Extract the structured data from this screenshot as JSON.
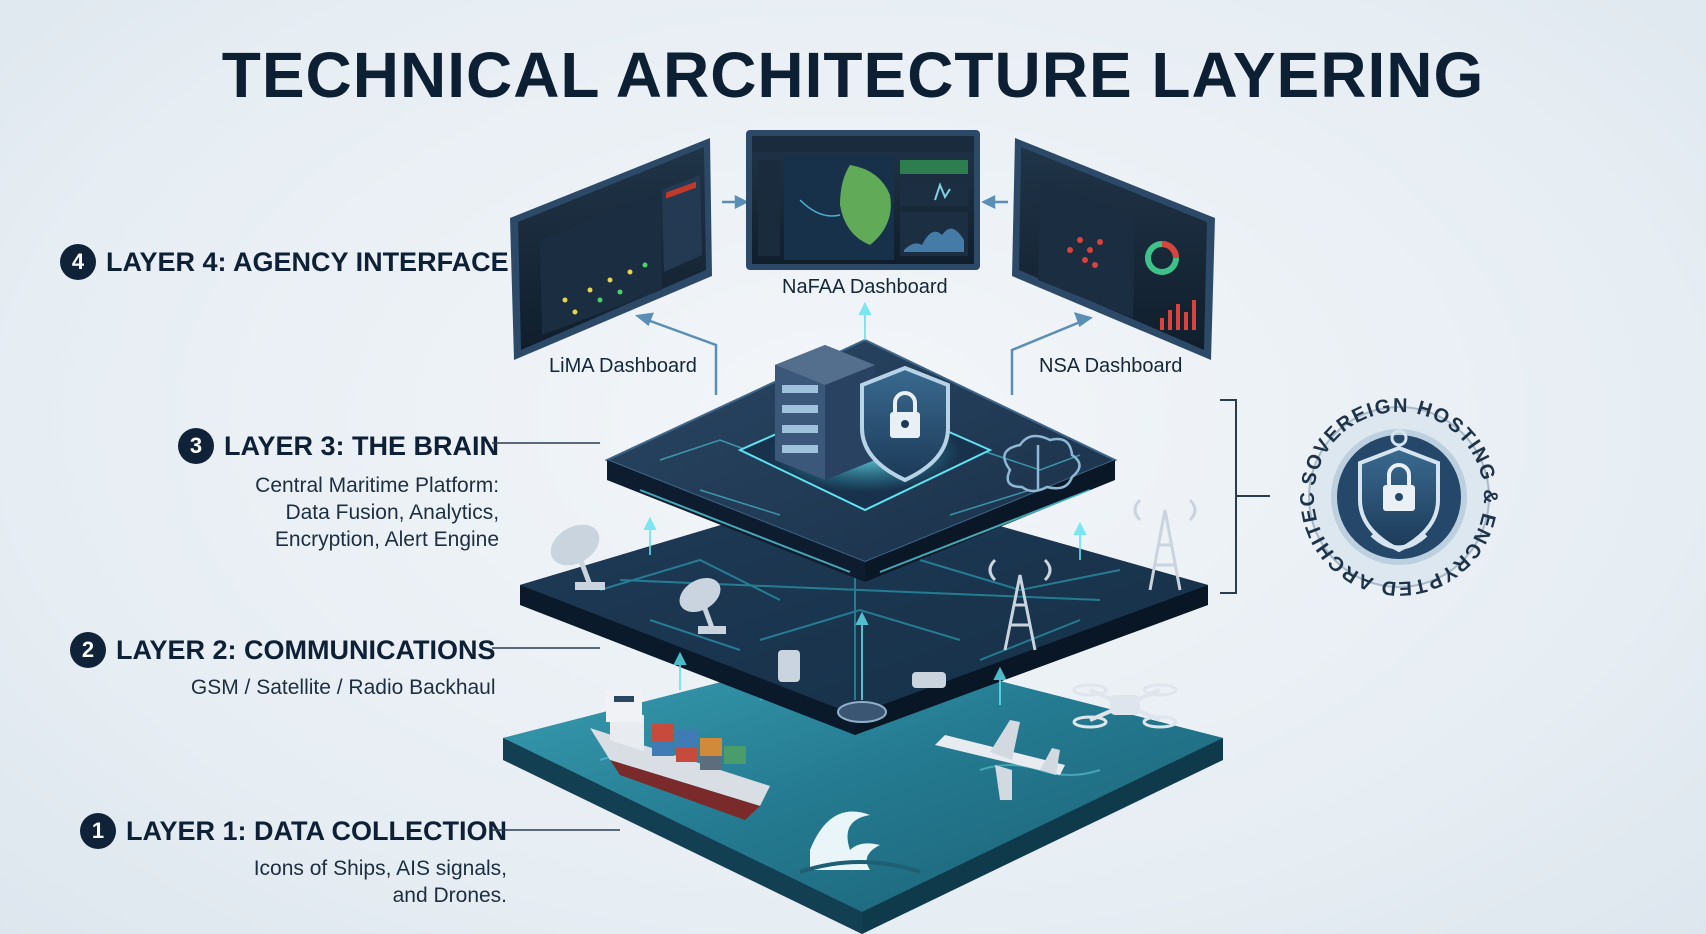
{
  "title": "TECHNICAL ARCHITECTURE LAYERING",
  "layers": [
    {
      "number": "4",
      "heading": "LAYER 4: AGENCY INTERFACE",
      "description": []
    },
    {
      "number": "3",
      "heading": "LAYER 3: THE BRAIN",
      "description": [
        "Central Maritime Platform:",
        "Data Fusion, Analytics,",
        "Encryption, Alert Engine"
      ]
    },
    {
      "number": "2",
      "heading": "LAYER 2: COMMUNICATIONS",
      "description": [
        "GSM / Satellite / Radio Backhaul"
      ]
    },
    {
      "number": "1",
      "heading": "LAYER 1: DATA COLLECTION",
      "description": [
        "Icons of Ships, AIS signals,",
        "and Drones."
      ]
    }
  ],
  "dashboards": {
    "lima": "LiMA Dashboard",
    "nafaa": "NaFAA Dashboard",
    "nsa": "NSA Dashboard"
  },
  "badge": {
    "text": "SOVEREIGN HOSTING & ENCRYPTED ARCHITECTURE",
    "icon": "shield-lock-anchor-icon"
  },
  "colors": {
    "navy": "#0f2238",
    "teal": "#2fb7c9",
    "ocean": "#2a7f95",
    "platform": "#1c3148",
    "glow": "#5fe3f0"
  }
}
